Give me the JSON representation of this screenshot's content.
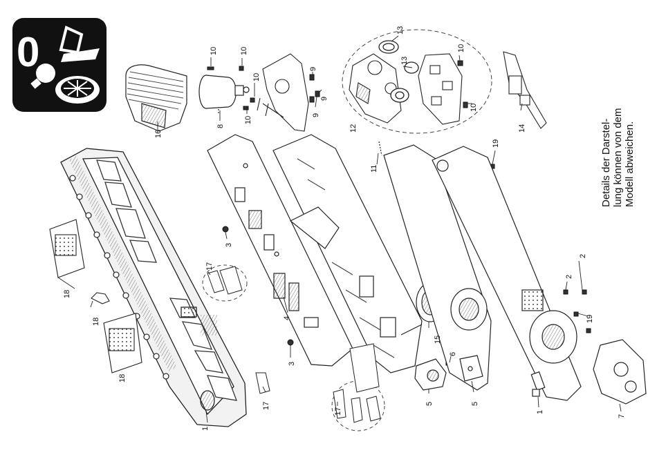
{
  "note": {
    "line1": "Details der Darstel-",
    "line2": "lung können von dem",
    "line3": "Modell abweichen."
  },
  "callouts": [
    {
      "id": "c10a",
      "text": "10"
    },
    {
      "id": "c10b",
      "text": "10"
    },
    {
      "id": "c10c",
      "text": "10"
    },
    {
      "id": "c10d",
      "text": "10"
    },
    {
      "id": "c10e",
      "text": "10"
    },
    {
      "id": "c10f",
      "text": "10"
    },
    {
      "id": "c9a",
      "text": "9"
    },
    {
      "id": "c9b",
      "text": "9"
    },
    {
      "id": "c9c",
      "text": "9"
    },
    {
      "id": "c8",
      "text": "8"
    },
    {
      "id": "c16",
      "text": "16"
    },
    {
      "id": "c13a",
      "text": "13"
    },
    {
      "id": "c13b",
      "text": "13"
    },
    {
      "id": "c12",
      "text": "12"
    },
    {
      "id": "c14",
      "text": "14"
    },
    {
      "id": "c19a",
      "text": "19"
    },
    {
      "id": "c19b",
      "text": "19"
    },
    {
      "id": "c11",
      "text": "11"
    },
    {
      "id": "c3a",
      "text": "3"
    },
    {
      "id": "c3b",
      "text": "3"
    },
    {
      "id": "c17a",
      "text": "17"
    },
    {
      "id": "c17b",
      "text": "17"
    },
    {
      "id": "c17c",
      "text": "17"
    },
    {
      "id": "c18a",
      "text": "18"
    },
    {
      "id": "c18b",
      "text": "18"
    },
    {
      "id": "c18c",
      "text": "18"
    },
    {
      "id": "c4",
      "text": "4"
    },
    {
      "id": "c15",
      "text": "15"
    },
    {
      "id": "c6",
      "text": "6"
    },
    {
      "id": "c5a",
      "text": "5"
    },
    {
      "id": "c5b",
      "text": "5"
    },
    {
      "id": "c1a",
      "text": "1"
    },
    {
      "id": "c1b",
      "text": "1"
    },
    {
      "id": "c2a",
      "text": "2"
    },
    {
      "id": "c2b",
      "text": "2"
    },
    {
      "id": "c7",
      "text": "7"
    }
  ],
  "icon": {
    "name": "lighting-function-icon",
    "symbol": "0"
  }
}
